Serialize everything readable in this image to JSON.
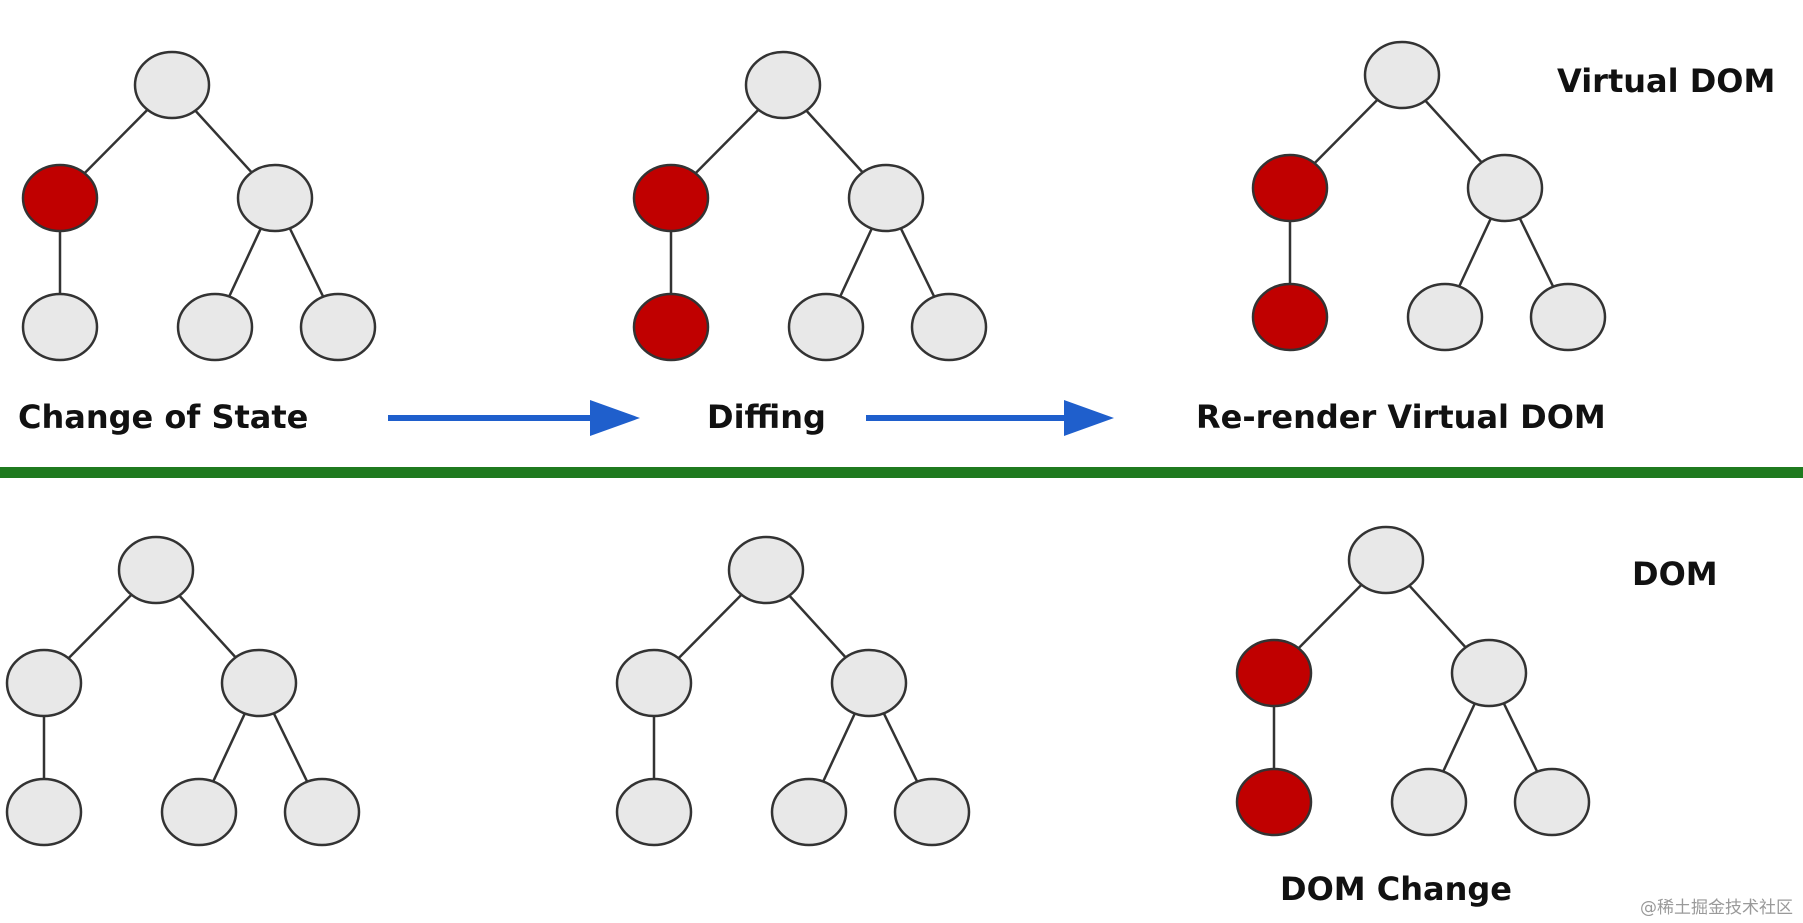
{
  "colors": {
    "node_default_fill": "#e8e8e8",
    "node_changed_fill": "#c00000",
    "node_stroke": "#333333",
    "edge": "#333333",
    "arrow": "#1f5fcc",
    "divider": "#1f7a1f",
    "text": "#111111"
  },
  "labels": {
    "virtual_dom": "Virtual DOM",
    "dom": "DOM",
    "change_of_state": "Change of State",
    "diffing": "Diffing",
    "rerender": "Re-render Virtual DOM",
    "dom_change": "DOM Change",
    "watermark": "@稀土掘金技术社区"
  },
  "trees": [
    {
      "row": "virtual-dom",
      "step": "change-of-state",
      "changed_nodes": [
        "left"
      ]
    },
    {
      "row": "virtual-dom",
      "step": "diffing",
      "changed_nodes": [
        "left",
        "left-child"
      ]
    },
    {
      "row": "virtual-dom",
      "step": "re-render",
      "changed_nodes": [
        "left",
        "left-child"
      ]
    },
    {
      "row": "dom",
      "step": "change-of-state",
      "changed_nodes": []
    },
    {
      "row": "dom",
      "step": "diffing",
      "changed_nodes": []
    },
    {
      "row": "dom",
      "step": "dom-change",
      "changed_nodes": [
        "left",
        "left-child"
      ]
    }
  ]
}
